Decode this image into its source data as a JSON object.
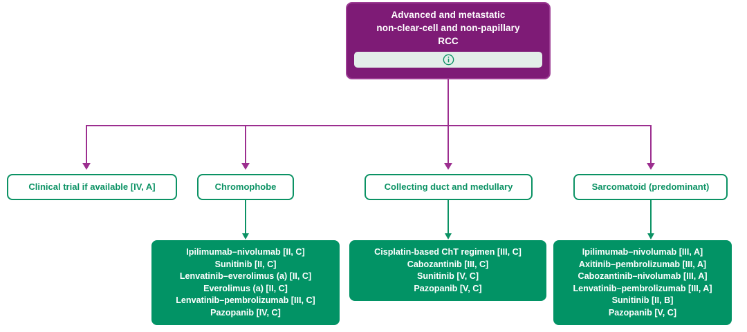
{
  "diagram": {
    "title": "Advanced and metastatic non-clear-cell and non-papillary RCC treatment algorithm",
    "colors": {
      "purple": "#7E1B76",
      "purple_connector": "#9C2E8F",
      "green_fill": "#029365",
      "green_outline": "#0B9264",
      "info_bar": "#E3EEE9",
      "white": "#FFFFFF"
    },
    "root": {
      "line1": "Advanced and metastatic",
      "line2": "non-clear-cell and non-papillary",
      "line3": "RCC",
      "info_icon": "info-circle-icon"
    },
    "categories": [
      {
        "id": "clinical-trial",
        "label": "Clinical trial if available [IV, A]"
      },
      {
        "id": "chromophobe",
        "label": "Chromophobe"
      },
      {
        "id": "collecting-duct-medullary",
        "label": "Collecting duct and medullary"
      },
      {
        "id": "sarcomatoid",
        "label": "Sarcomatoid (predominant)"
      }
    ],
    "treatments": [
      {
        "id": "chromophobe-treatments",
        "for": "Chromophobe",
        "lines": [
          "Ipilimumab–nivolumab [II, C]",
          "Sunitinib [II, C]",
          "Lenvatinib–everolimus (a) [II, C]",
          "Everolimus (a) [II, C]",
          "Lenvatinib–pembrolizumab [III, C]",
          "Pazopanib [IV, C]"
        ]
      },
      {
        "id": "collecting-duct-treatments",
        "for": "Collecting duct and medullary",
        "lines": [
          "Cisplatin-based ChT regimen [III, C]",
          "Cabozantinib [III, C]",
          "Sunitinib [V, C]",
          "Pazopanib [V, C]"
        ]
      },
      {
        "id": "sarcomatoid-treatments",
        "for": "Sarcomatoid (predominant)",
        "lines": [
          "Ipilimumab–nivolumab [III, A]",
          "Axitinib–pembrolizumab [III, A]",
          "Cabozantinib–nivolumab [III, A]",
          "Lenvatinib–pembrolizumab [III, A]",
          "Sunitinib [II, B]",
          "Pazopanib [V, C]"
        ]
      }
    ]
  }
}
